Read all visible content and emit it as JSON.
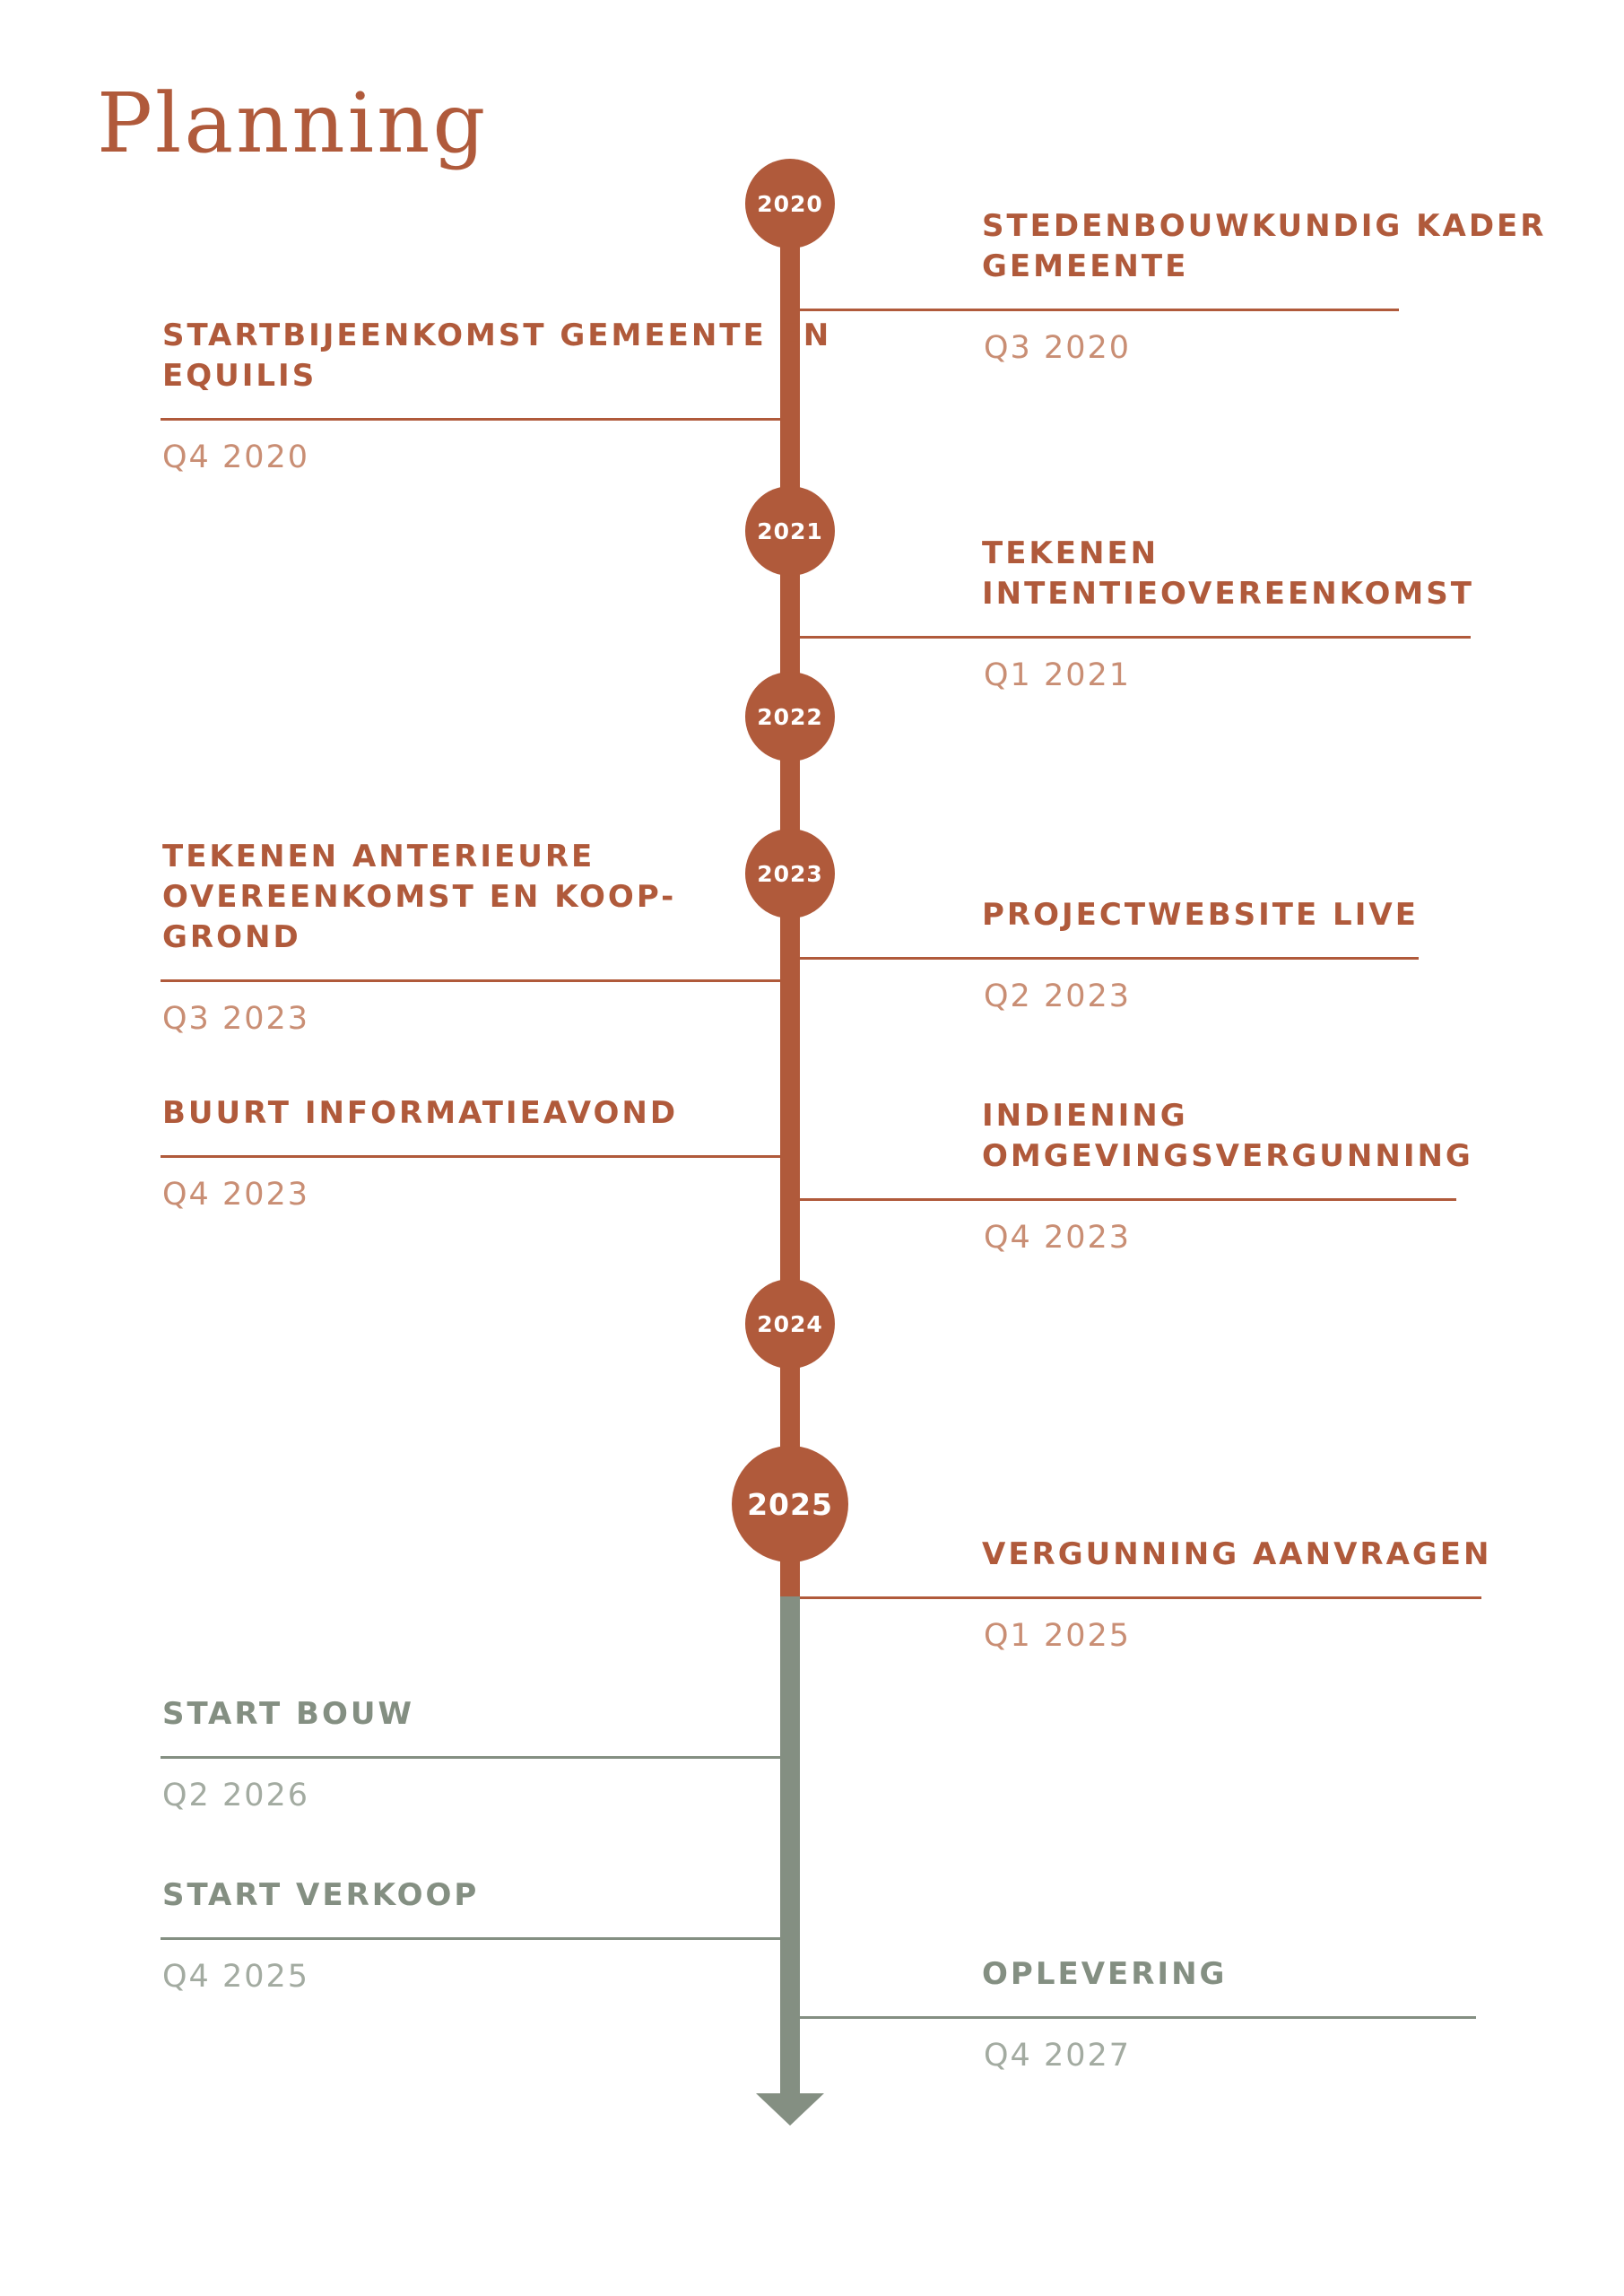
{
  "title": "Planning",
  "colors": {
    "accent": "#b05a3b",
    "future": "#848f82",
    "past_date": "#c98e74",
    "future_date": "#a3aba1",
    "background": "#ffffff"
  },
  "timeline": {
    "years": [
      "2020",
      "2021",
      "2022",
      "2023",
      "2024",
      "2025"
    ],
    "events": [
      {
        "title": "STEDENBOUWKUNDIG KADER GEMEENTE",
        "date": "Q3 2020",
        "side": "right",
        "status": "past"
      },
      {
        "title": "STARTBIJEENKOMST GEMEENTE EN EQUILIS",
        "date": "Q4 2020",
        "side": "left",
        "status": "past"
      },
      {
        "title": "TEKENEN INTENTIEOVEREENKOMST",
        "date": "Q1 2021",
        "side": "right",
        "status": "past"
      },
      {
        "title": "TEKENEN ANTERIEURE OVEREENKOMST EN KOOP- GROND",
        "date": "Q3 2023",
        "side": "left",
        "status": "past"
      },
      {
        "title": "PROJECTWEBSITE LIVE",
        "date": "Q2 2023",
        "side": "right",
        "status": "past"
      },
      {
        "title": "BUURT INFORMATIEAVOND",
        "date": "Q4 2023",
        "side": "left",
        "status": "past"
      },
      {
        "title": "INDIENING OMGEVINGSVERGUNNING",
        "date": "Q4 2023",
        "side": "right",
        "status": "past"
      },
      {
        "title": "VERGUNNING AANVRAGEN",
        "date": "Q1 2025",
        "side": "right",
        "status": "past"
      },
      {
        "title": "START BOUW",
        "date": "Q2 2026",
        "side": "left",
        "status": "future"
      },
      {
        "title": "START VERKOOP",
        "date": "Q4 2025",
        "side": "left",
        "status": "future"
      },
      {
        "title": "OPLEVERING",
        "date": "Q4 2027",
        "side": "right",
        "status": "future"
      }
    ]
  }
}
